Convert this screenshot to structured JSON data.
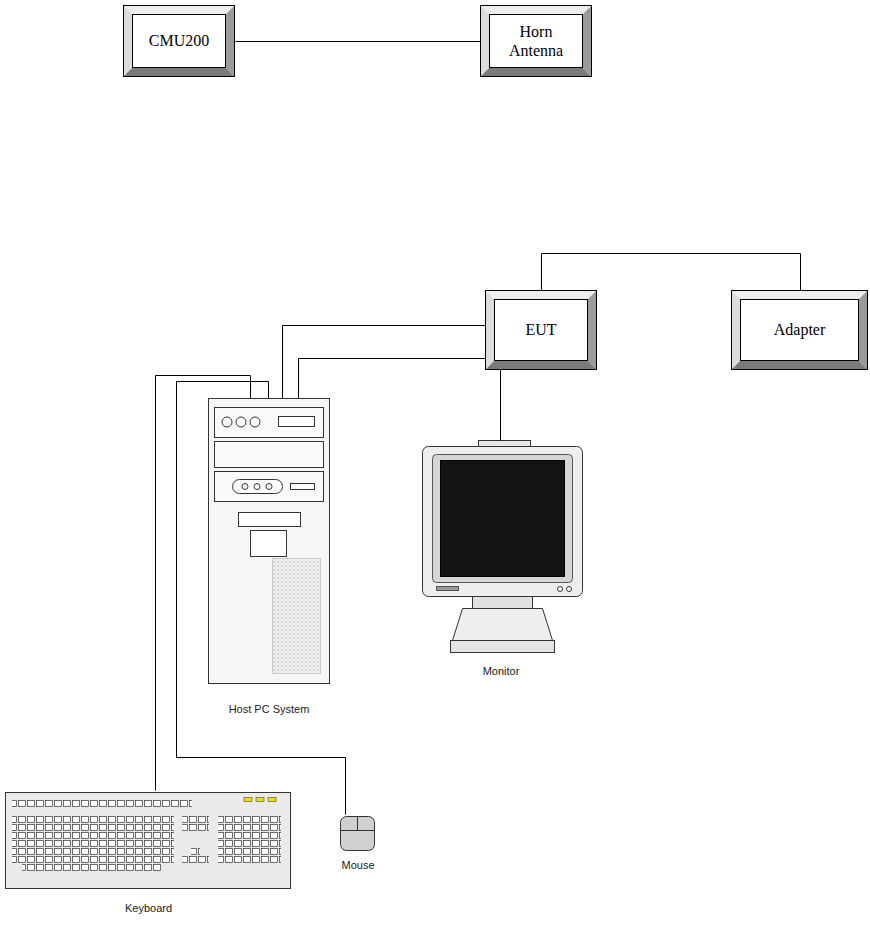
{
  "diagram": {
    "nodes": [
      {
        "text": [
          "CMU200"
        ]
      },
      {
        "text": [
          "Horn Antenna"
        ]
      },
      {
        "text": [
          "EUT"
        ]
      },
      {
        "text": [
          "Adapter"
        ]
      },
      {
        "text": [
          "Host PC System"
        ]
      },
      {
        "text": [
          "Monitor"
        ]
      },
      {
        "text": [
          "Keyboard"
        ]
      },
      {
        "text": [
          "Mouse"
        ]
      }
    ],
    "edges": [
      {
        "from": 0,
        "to": 1,
        "arrow": "none"
      },
      {
        "from": 2,
        "to": 3,
        "arrow": "none"
      },
      {
        "from": 4,
        "to": 2,
        "arrow": "none"
      },
      {
        "from": 4,
        "to": 5,
        "arrow": "none"
      },
      {
        "from": 4,
        "to": 6,
        "arrow": "none"
      },
      {
        "from": 4,
        "to": 7,
        "arrow": "none"
      }
    ]
  }
}
